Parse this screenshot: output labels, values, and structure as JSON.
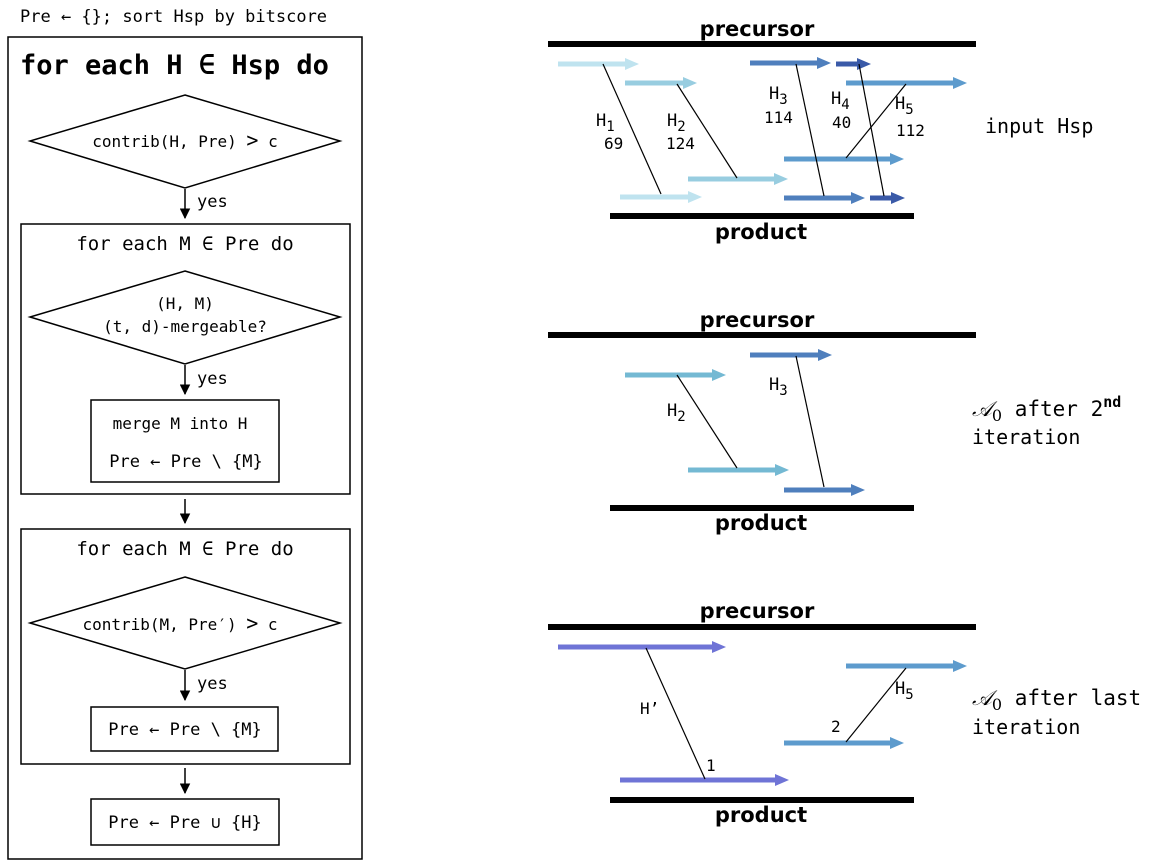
{
  "flowchart": {
    "header": "Pre ← {}; sort Hsp by bitscore",
    "outer_loop": "for each H ∈ Hsp do",
    "decision1": {
      "left": "contrib(",
      "mid": "H, Pre",
      "right": ")",
      "op": ">",
      "c": "c"
    },
    "yes": "yes",
    "inner_loop1": "for each M ∈ Pre do",
    "decision2_line1": "(H, M)",
    "decision2_line2_pre": "(",
    "decision2_line2_mid": "t, d",
    "decision2_line2_post": ")-mergeable?",
    "merge_line1": "merge M into H",
    "merge_line2": "Pre ← Pre \\ {M}",
    "inner_loop2": "for each M ∈ Pre do",
    "decision3": {
      "left": "contrib(",
      "mid": "M, Pre",
      "prime": "′",
      "right": ")",
      "op": ">",
      "c": "c"
    },
    "remove_box": "Pre ← Pre \\ {M}",
    "final_box": "Pre ← Pre ∪ {H}"
  },
  "panels": [
    {
      "top_label": "precursor",
      "bottom_label": "product",
      "caption_lines": [
        "input Hsp"
      ],
      "hits": [
        {
          "name": "H",
          "sub": "1",
          "score": "69"
        },
        {
          "name": "H",
          "sub": "2",
          "score": "124"
        },
        {
          "name": "H",
          "sub": "3",
          "score": "114"
        },
        {
          "name": "H",
          "sub": "4",
          "score": "40"
        },
        {
          "name": "H",
          "sub": "5",
          "score": "112"
        }
      ]
    },
    {
      "top_label": "precursor",
      "bottom_label": "product",
      "caption_a": "𝒜",
      "caption_sub": "0",
      "caption_rest": " after 2",
      "caption_sup": "nd",
      "caption_line2": "iteration",
      "hits": [
        {
          "name": "H",
          "sub": "2"
        },
        {
          "name": "H",
          "sub": "3"
        }
      ]
    },
    {
      "top_label": "precursor",
      "bottom_label": "product",
      "caption_a": "𝒜",
      "caption_sub": "0",
      "caption_rest": " after last",
      "caption_line2": "iteration",
      "merged_label": "H’",
      "mark1": "1",
      "mark2": "2",
      "hits": [
        {
          "name": "H",
          "sub": "5"
        }
      ]
    }
  ],
  "colors": {
    "veryLight": "#bfe3ef",
    "light": "#98cde0",
    "medium": "#74b9d3",
    "mediumDark": "#5d9bcd",
    "blue": "#4f7fbd",
    "dark": "#3a5aa8",
    "purple": "#6f74d6",
    "black": "#000000"
  }
}
